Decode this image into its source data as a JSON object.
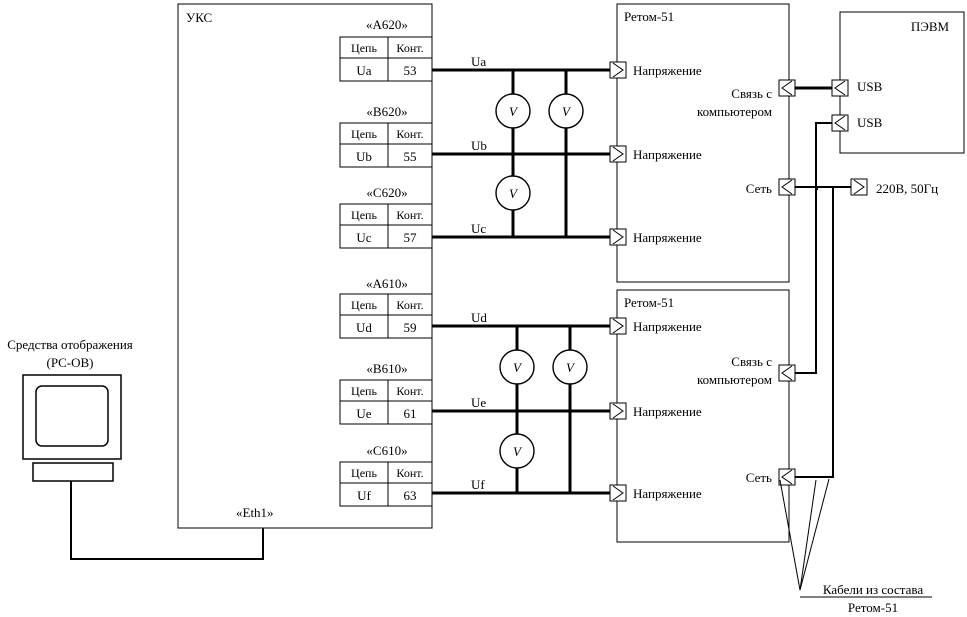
{
  "ukc": {
    "title": "УКС",
    "eth": "«Eth1»",
    "col_chain": "Цепь",
    "col_contact": "Конт.",
    "connectors": [
      {
        "name": "«A620»",
        "chain": "Ua",
        "contact": "53"
      },
      {
        "name": "«B620»",
        "chain": "Ub",
        "contact": "55"
      },
      {
        "name": "«C620»",
        "chain": "Uc",
        "contact": "57"
      },
      {
        "name": "«A610»",
        "chain": "Ud",
        "contact": "59"
      },
      {
        "name": "«B610»",
        "chain": "Ue",
        "contact": "61"
      },
      {
        "name": "«C610»",
        "chain": "Uf",
        "contact": "63"
      }
    ]
  },
  "signals": [
    "Ua",
    "Ub",
    "Uc",
    "Ud",
    "Ue",
    "Uf"
  ],
  "voltmeter_symbol": "V",
  "retom": [
    {
      "title": "Ретом-51",
      "voltage_label": "Напряжение",
      "pc_link_line1": "Связь с",
      "pc_link_line2": "компьютером",
      "mains_label": "Сеть"
    },
    {
      "title": "Ретом-51",
      "voltage_label": "Напряжение",
      "pc_link_line1": "Связь с",
      "pc_link_line2": "компьютером",
      "mains_label": "Сеть"
    }
  ],
  "pc": {
    "title": "ПЭВМ",
    "usb1": "USB",
    "usb2": "USB"
  },
  "power": "220В, 50Гц",
  "display": {
    "line1": "Средства отображения",
    "line2": "(PC-OB)"
  },
  "cables_note": {
    "line1": "Кабели из состава",
    "line2": "Ретом-51"
  }
}
